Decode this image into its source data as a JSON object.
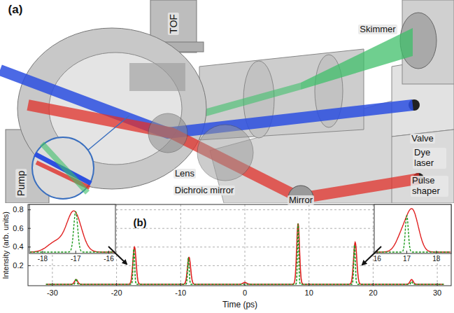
{
  "diagram": {
    "labels": [
      "(a)",
      "TOF",
      "Skimmer",
      "Valve",
      "Dye laser",
      "Pulse shaper",
      "Lens",
      "Dichroic mirror",
      "Mirror",
      "Pump",
      "(b)",
      "0.8",
      "0.6",
      "0.4",
      "0.2",
      "-30",
      "-20",
      "-10",
      "0",
      "10",
      "20",
      "30",
      "-18",
      "-17",
      "-16",
      "16",
      "17",
      "18",
      "Intensity (arb. units)",
      "Time (ps)"
    ]
  }
}
